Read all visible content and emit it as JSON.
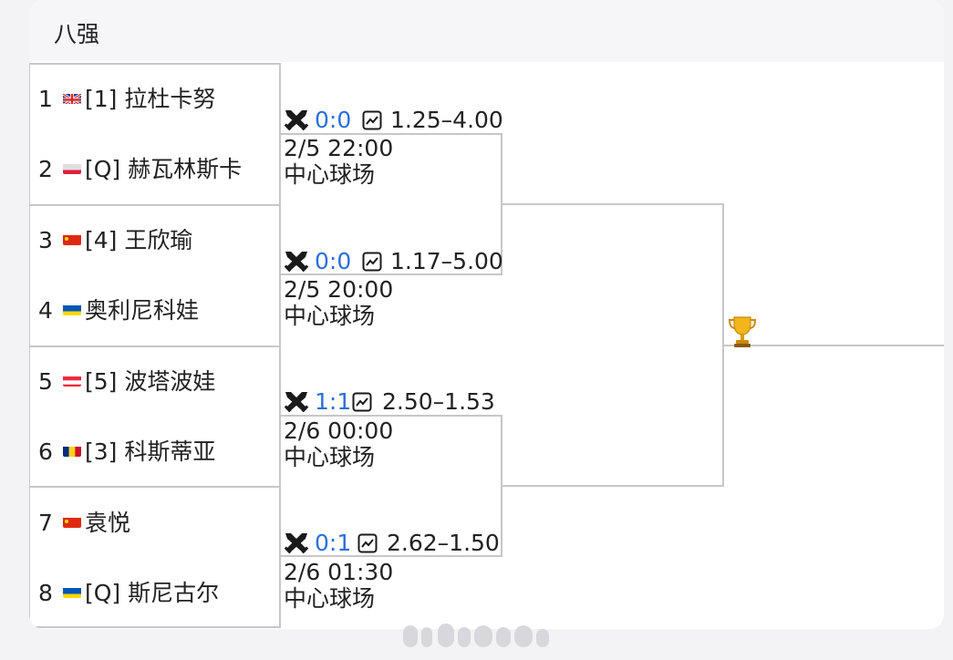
{
  "header": {
    "title": "八强"
  },
  "players": [
    {
      "seed": "1",
      "flag": "uk",
      "name": "[1] 拉杜卡努"
    },
    {
      "seed": "2",
      "flag": "poland",
      "name": "[Q] 赫瓦林斯卡"
    },
    {
      "seed": "3",
      "flag": "china",
      "name": "[4] 王欣瑜"
    },
    {
      "seed": "4",
      "flag": "ukraine",
      "name": " 奥利尼科娃"
    },
    {
      "seed": "5",
      "flag": "austria",
      "name": "[5] 波塔波娃"
    },
    {
      "seed": "6",
      "flag": "romania",
      "name": "[3] 科斯蒂亚"
    },
    {
      "seed": "7",
      "flag": "china",
      "name": " 袁悦"
    },
    {
      "seed": "8",
      "flag": "ukraine",
      "name": "[Q] 斯尼古尔"
    }
  ],
  "matches": [
    {
      "score": "0:0",
      "odds": "1.25–4.00",
      "date": "2/5 22:00",
      "venue": "中心球场"
    },
    {
      "score": "0:0",
      "odds": "1.17–5.00",
      "date": "2/5 20:00",
      "venue": "中心球场"
    },
    {
      "score": "1:1",
      "odds": "2.50–1.53",
      "date": "2/6 00:00",
      "venue": "中心球场"
    },
    {
      "score": "0:1",
      "odds": "2.62–1.50",
      "date": "2/6 01:30",
      "venue": "中心球场"
    }
  ],
  "colors": {
    "accent": "#2a6fdb",
    "line": "#c7c7c7",
    "header_bg": "#f6f6f8"
  },
  "icons": {
    "versus": "crossed-swords-icon",
    "odds": "line-chart-icon",
    "final": "trophy-icon"
  }
}
